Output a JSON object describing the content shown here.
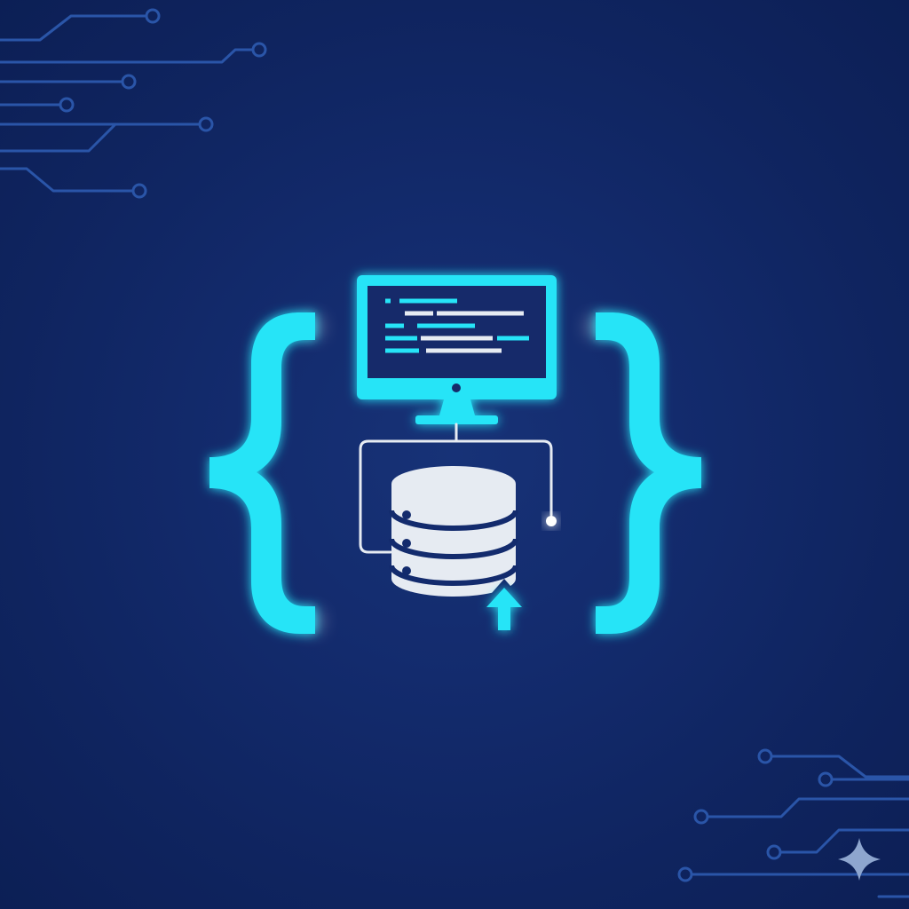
{
  "colors": {
    "background": "#132b6d",
    "background_edge": "#0c1f55",
    "accent_cyan": "#26e4f7",
    "circuit_lines": "#2a55a8",
    "database_body": "#e6ebf2",
    "sparkle": "#8ea6cf"
  },
  "icons": {
    "left_brace": "curly-brace-open",
    "right_brace": "curly-brace-close",
    "monitor": "computer-monitor-with-code",
    "database": "database-stack",
    "upload": "upload-arrow",
    "connector": "network-connector",
    "circuit_top_left": "circuit-board-traces",
    "circuit_bottom_right": "circuit-board-traces",
    "sparkle": "four-point-star"
  }
}
